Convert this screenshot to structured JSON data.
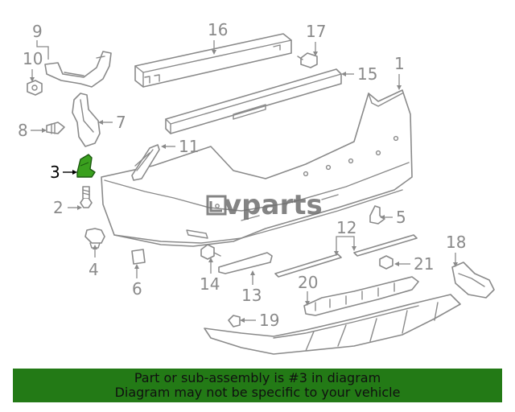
{
  "callouts": {
    "c1": "1",
    "c2": "2",
    "c3": "3",
    "c4": "4",
    "c5": "5",
    "c6": "6",
    "c7": "7",
    "c8": "8",
    "c9": "9",
    "c10": "10",
    "c11": "11",
    "c12": "12",
    "c13": "13",
    "c14": "14",
    "c15": "15",
    "c16": "16",
    "c17": "17",
    "c18": "18",
    "c19": "19",
    "c20": "20",
    "c21": "21"
  },
  "highlighted_part": "3",
  "highlight_color": "#3aa01e",
  "watermark": {
    "prefix": "ʟ",
    "text": "vparts"
  },
  "banner": {
    "line1": "Part or sub-assembly is #3 in diagram",
    "line2": "Diagram may not be specific to your vehicle",
    "background": "#237a16"
  }
}
